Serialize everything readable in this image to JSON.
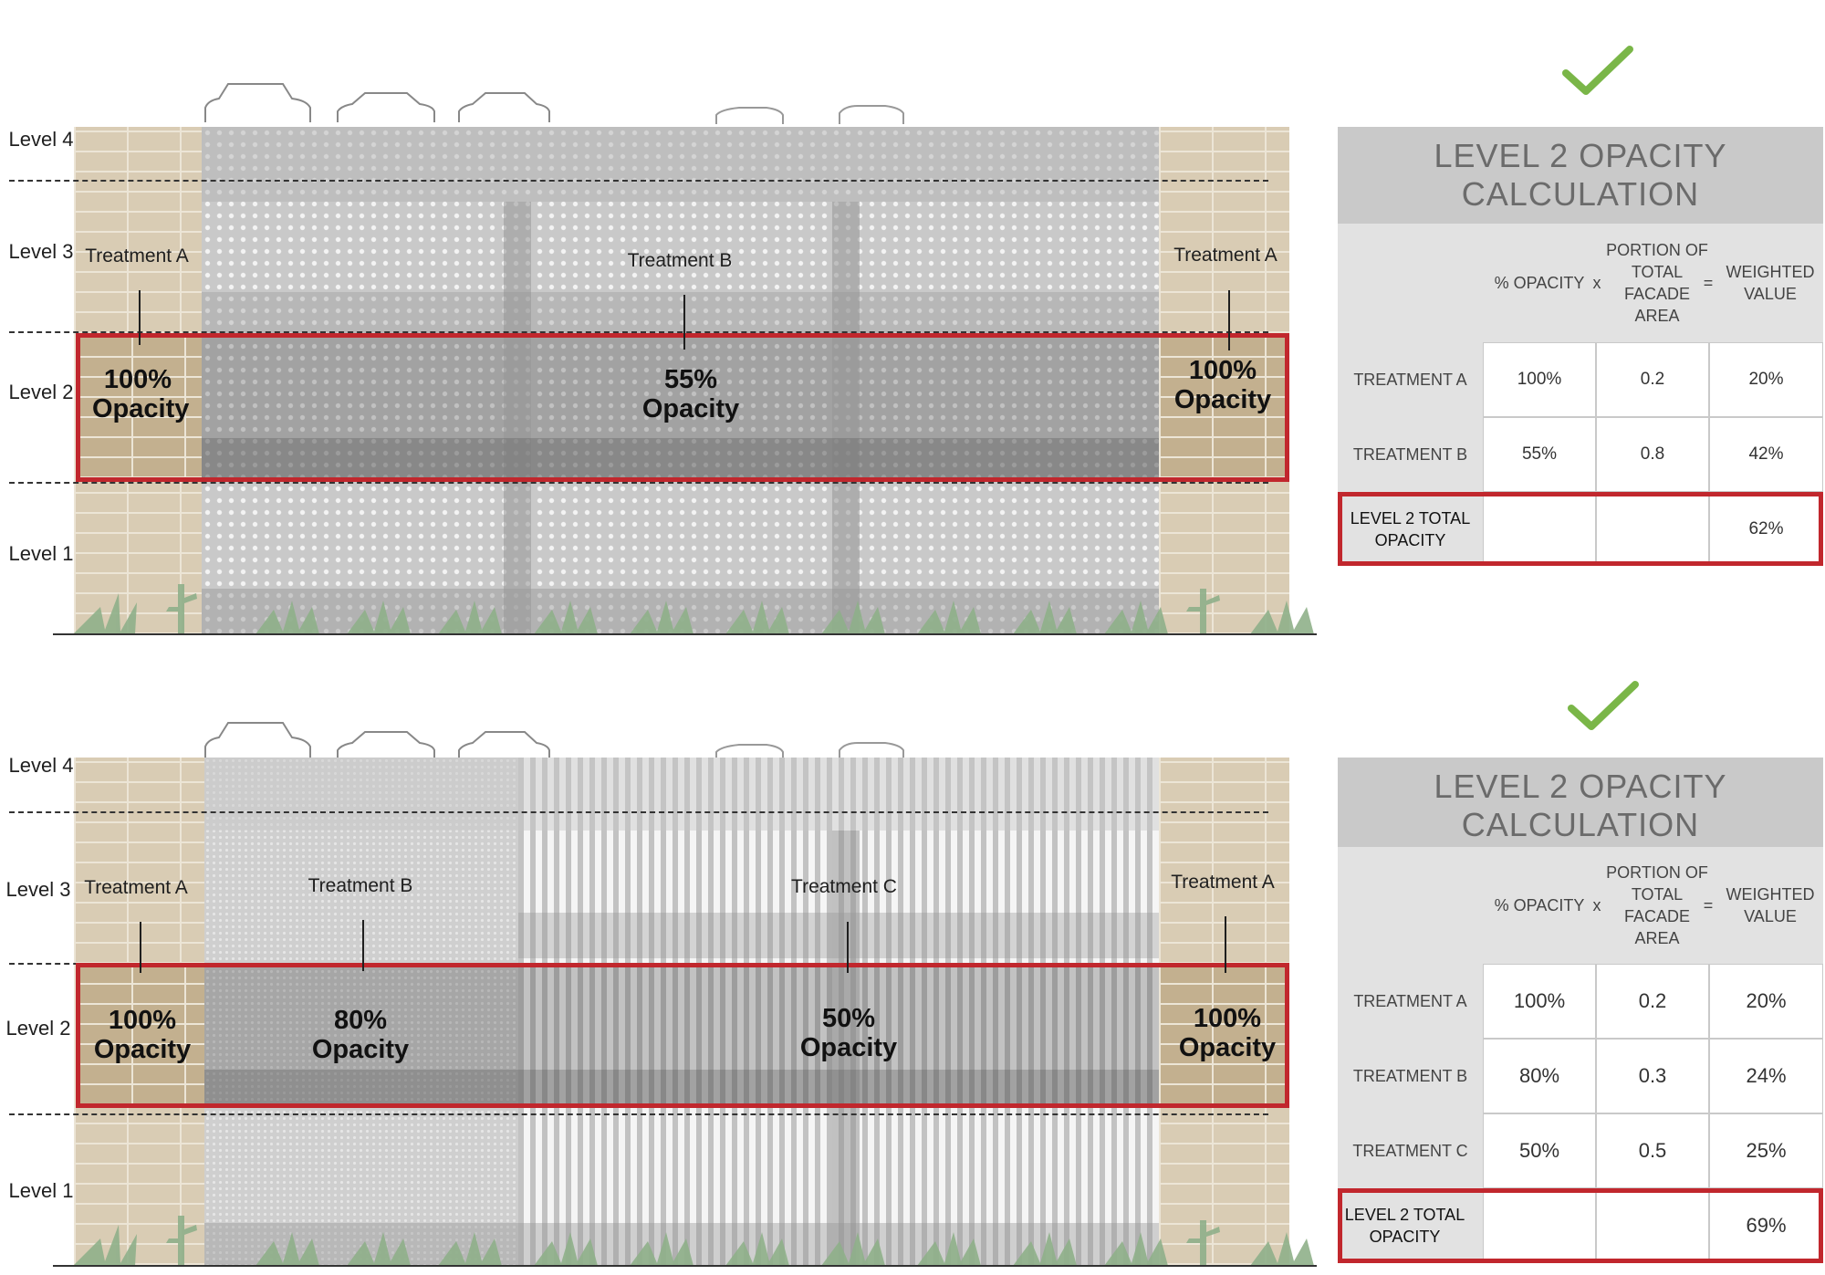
{
  "levels": {
    "l4": "Level 4",
    "l3": "Level 3",
    "l2": "Level 2",
    "l1": "Level 1"
  },
  "top": {
    "labels": {
      "ta_left": "Treatment A",
      "tb": "Treatment B",
      "ta_right": "Treatment A"
    },
    "opacities": {
      "ta_left": "100% Opacity",
      "tb": "55% Opacity",
      "ta_right": "100% Opacity"
    },
    "table": {
      "title": "LEVEL 2 OPACITY CALCULATION",
      "headers": {
        "opacity": "% OPACITY",
        "x": "x",
        "portion": "PORTION OF TOTAL FACADE AREA",
        "eq": "=",
        "weighted": "WEIGHTED VALUE"
      },
      "rows": [
        {
          "label": "TREATMENT A",
          "opacity": "100%",
          "portion": "0.2",
          "weighted": "20%"
        },
        {
          "label": "TREATMENT B",
          "opacity": "55%",
          "portion": "0.8",
          "weighted": "42%"
        }
      ],
      "total": {
        "label": "LEVEL 2 TOTAL OPACITY",
        "value": "62%"
      }
    }
  },
  "bottom": {
    "labels": {
      "ta_left": "Treatment A",
      "tb": "Treatment B",
      "tc": "Treatment C",
      "ta_right": "Treatment A"
    },
    "opacities": {
      "ta_left": "100% Opacity",
      "tb": "80% Opacity",
      "tc": "50% Opacity",
      "ta_right": "100% Opacity"
    },
    "table": {
      "title": "LEVEL 2 OPACITY CALCULATION",
      "headers": {
        "opacity": "% OPACITY",
        "x": "x",
        "portion": "PORTION OF TOTAL FACADE AREA",
        "eq": "=",
        "weighted": "WEIGHTED VALUE"
      },
      "rows": [
        {
          "label": "TREATMENT A",
          "opacity": "100%",
          "portion": "0.2",
          "weighted": "20%"
        },
        {
          "label": "TREATMENT B",
          "opacity": "80%",
          "portion": "0.3",
          "weighted": "24%"
        },
        {
          "label": "TREATMENT C",
          "opacity": "50%",
          "portion": "0.5",
          "weighted": "25%"
        }
      ],
      "total": {
        "label": "LEVEL 2 TOTAL OPACITY",
        "value": "69%"
      }
    }
  },
  "colors": {
    "highlight": "#c1272d",
    "check": "#7ab648",
    "brick": "#d9ccb4",
    "screen": "#c9c9c9"
  },
  "icons": [
    "checkmark-icon",
    "car-icon",
    "agave-plant-icon",
    "cactus-plant-icon"
  ]
}
